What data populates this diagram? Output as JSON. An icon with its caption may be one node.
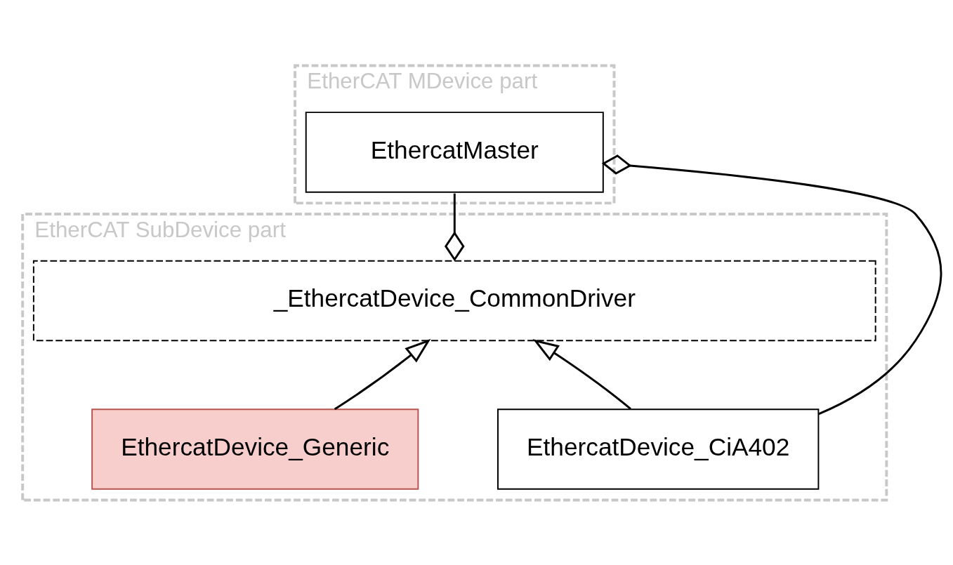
{
  "diagram": {
    "nodes": [
      {
        "text": [
          "EtherCAT MDevice part"
        ]
      },
      {
        "text": [
          "EthercatMaster"
        ],
        "in": 0
      },
      {
        "text": [
          "EtherCAT SubDevice part"
        ]
      },
      {
        "text": [
          "_EthercatDevice_CommonDriver"
        ],
        "in": 2
      },
      {
        "text": [
          "EthercatDevice_Generic"
        ],
        "in": 2
      },
      {
        "text": [
          "EthercatDevice_CiA402"
        ],
        "in": 2
      }
    ],
    "edges": [
      {
        "from": 1,
        "to": 3,
        "arrow": "other"
      },
      {
        "from": 4,
        "to": 3,
        "arrow": "to"
      },
      {
        "from": 5,
        "to": 3,
        "arrow": "to"
      },
      {
        "from": 5,
        "to": 1,
        "arrow": "other"
      }
    ]
  }
}
